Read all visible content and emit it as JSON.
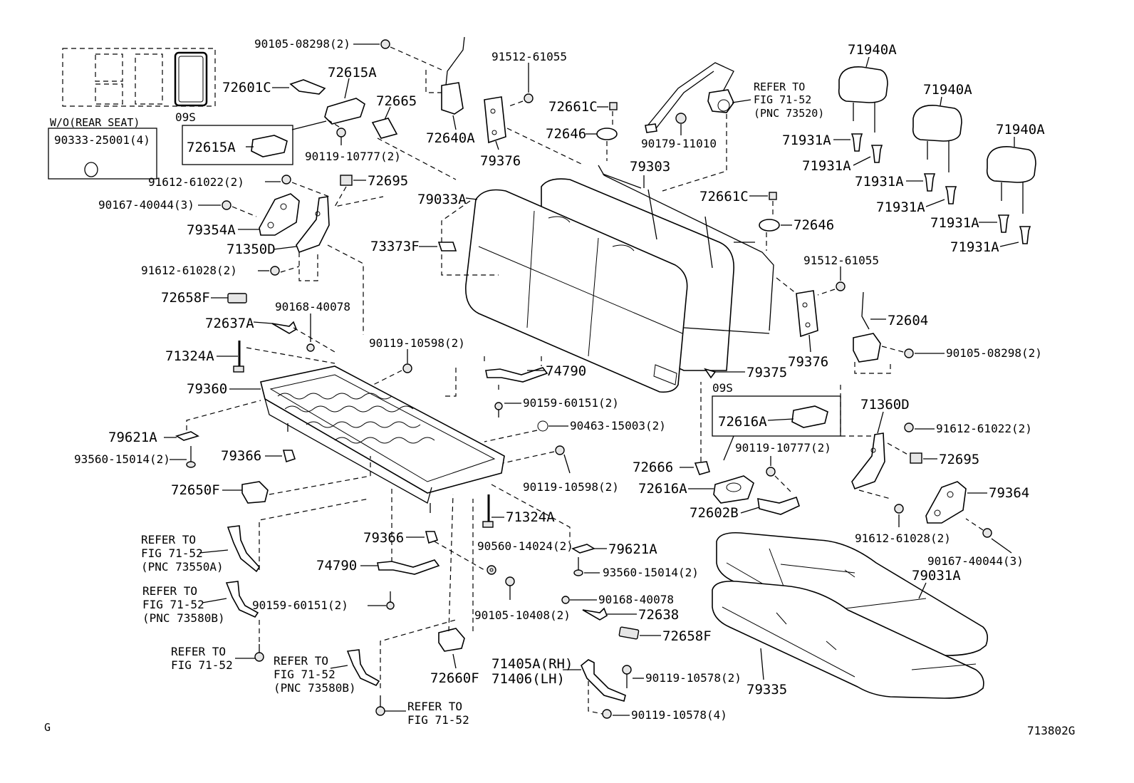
{
  "variants": {
    "wo_rear_seat": "W/O(REAR SEAT)",
    "o9s_top": "09S",
    "o9s_right": "09S"
  },
  "labels": {
    "p90105_08298_top": "90105-08298(2)",
    "p72601C": "72601C",
    "p72615A_top": "72615A",
    "p72615A_box": "72615A",
    "p90333_25001": "90333-25001(4)",
    "p90119_10777_left": "90119-10777(2)",
    "p91612_61022_left": "91612-61022(2)",
    "p72695_left": "72695",
    "p90167_40044_left": "90167-40044(3)",
    "p79354A": "79354A",
    "p71350D": "71350D",
    "p91612_61028_left": "91612-61028(2)",
    "p72658F_top": "72658F",
    "p72637A": "72637A",
    "p90168_40078_top": "90168-40078",
    "p71324A_left": "71324A",
    "p90119_10598_top": "90119-10598(2)",
    "p79360": "79360",
    "p79621A_left": "79621A",
    "p93560_15014_left": "93560-15014(2)",
    "p79366_left": "79366",
    "p72650F": "72650F",
    "p72640A": "72640A",
    "p91512_61055_top": "91512-61055",
    "p72665": "72665",
    "p79376_top": "79376",
    "p72661C_top": "72661C",
    "p72646_top": "72646",
    "p79033A": "79033A",
    "p73373F": "73373F",
    "p79303": "79303",
    "p90179_11010": "90179-11010",
    "p72661C_right": "72661C",
    "p72646_right": "72646",
    "p74790_top": "74790",
    "p90159_60151_top": "90159-60151(2)",
    "p90463_15003": "90463-15003(2)",
    "p90119_10598_mid": "90119-10598(2)",
    "p71324A_mid": "71324A",
    "p79366_mid": "79366",
    "p74790_bottom": "74790",
    "p90159_60151_bottom": "90159-60151(2)",
    "p90560_14024": "90560-14024(2)",
    "p90105_10408": "90105-10408(2)",
    "p79621A_mid": "79621A",
    "p93560_15014_mid": "93560-15014(2)",
    "p90168_40078_bottom": "90168-40078",
    "p72638": "72638",
    "p72658F_bottom": "72658F",
    "p72660F": "72660F",
    "p71405A": "71405A(RH)",
    "p71406": "71406(LH)",
    "p90119_10578_a": "90119-10578(2)",
    "p90119_10578_b": "90119-10578(4)",
    "p71940A_1": "71940A",
    "p71940A_2": "71940A",
    "p71940A_3": "71940A",
    "p71931A_1": "71931A",
    "p71931A_2": "71931A",
    "p71931A_3": "71931A",
    "p71931A_4": "71931A",
    "p71931A_5": "71931A",
    "p71931A_6": "71931A",
    "p91512_61055_right": "91512-61055",
    "p72604": "72604",
    "p90105_08298_right": "90105-08298(2)",
    "p79376_right": "79376",
    "p79375": "79375",
    "p72616A_box": "72616A",
    "p90119_10777_right": "90119-10777(2)",
    "p72666": "72666",
    "p72616A": "72616A",
    "p72602B": "72602B",
    "p71360D": "71360D",
    "p91612_61022_right": "91612-61022(2)",
    "p72695_right": "72695",
    "p79364": "79364",
    "p91612_61028_right": "91612-61028(2)",
    "p90167_40044_right": "90167-40044(3)",
    "p79031A": "79031A",
    "p79335": "79335"
  },
  "refs": {
    "fig_73520": [
      "REFER TO",
      "FIG 71-52",
      "(PNC 73520)"
    ],
    "fig_73550A": [
      "REFER TO",
      "FIG 71-52",
      "(PNC 73550A)"
    ],
    "fig_73580B_a": [
      "REFER TO",
      "FIG 71-52",
      "(PNC 73580B)"
    ],
    "fig_plain_a": [
      "REFER TO",
      "FIG 71-52"
    ],
    "fig_73580B_b": [
      "REFER TO",
      "FIG 71-52",
      "(PNC 73580B)"
    ],
    "fig_plain_b": [
      "REFER TO",
      "FIG 71-52"
    ]
  },
  "footer": {
    "left_code": "G",
    "diagram_id": "713802G"
  }
}
